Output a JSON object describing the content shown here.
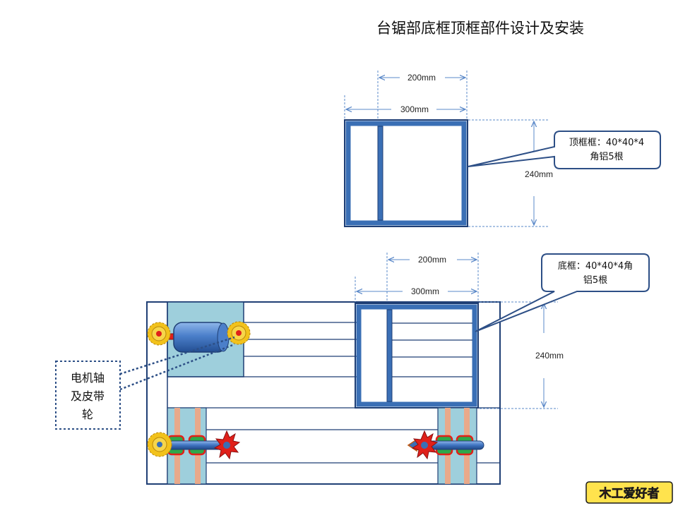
{
  "title": "台锯部底框顶框部件设计及安装",
  "top_frame": {
    "dim_inner": "200mm",
    "dim_outer": "300mm",
    "dim_height": "240mm",
    "callout_line1": "顶框框：40*40*4",
    "callout_line2": "角铝5根"
  },
  "base_frame": {
    "dim_inner": "200mm",
    "dim_outer": "300mm",
    "dim_height": "240mm",
    "callout_line1": "底框：40*40*4角",
    "callout_line2": "铝5根"
  },
  "motor_note": {
    "line1": "电机轴",
    "line2": "及皮带",
    "line3": "轮"
  },
  "logo_text": "木工爱好者",
  "colors": {
    "frame_blue": "#3a6fb5",
    "frame_dark": "#1f3f75",
    "motor_panel": "#9ecfdc",
    "gear": "#f2c21b",
    "red_part": "#e0201a",
    "green_part": "#2ea84a",
    "post_pink": "#e9a98a",
    "callout_border": "#2d4f86",
    "dim_line": "#5a88c8"
  }
}
